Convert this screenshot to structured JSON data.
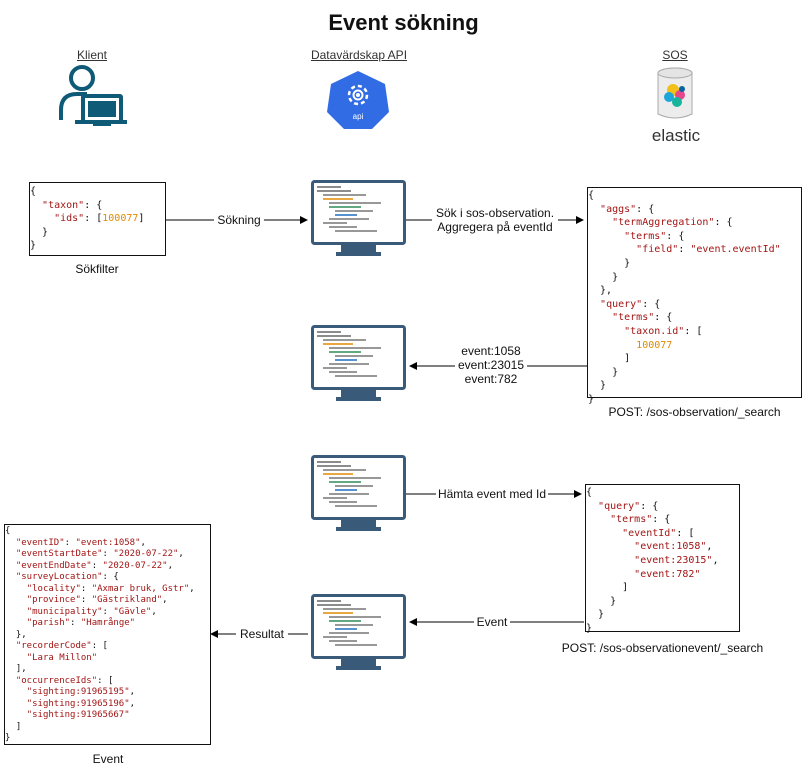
{
  "title": "Event sökning",
  "lanes": {
    "client": "Klient",
    "api": "Datavärdskap API",
    "sos": "SOS",
    "elastic": "elastic",
    "api_badge": "api"
  },
  "boxes": {
    "sokfilter": {
      "caption": "Sökfilter",
      "lines": [
        "{",
        "  \"taxon\": {",
        "    \"ids\": [100077]",
        "  }",
        "}"
      ]
    },
    "aggs_query": {
      "caption": "POST: /sos-observation/_search",
      "lines": [
        "{",
        "  \"aggs\": {",
        "    \"termAggregation\": {",
        "      \"terms\": {",
        "        \"field\": \"event.eventId\"",
        "      }",
        "    }",
        "  },",
        "  \"query\": {",
        "    \"terms\": {",
        "      \"taxon.id\": [",
        "        100077",
        "      ]",
        "    }",
        "  }",
        "}"
      ]
    },
    "event_query": {
      "caption": "POST: /sos-observationevent/_search",
      "lines": [
        "{",
        "  \"query\": {",
        "    \"terms\": {",
        "      \"eventId\": [",
        "        \"event:1058\",",
        "        \"event:23015\",",
        "        \"event:782\"",
        "      ]",
        "    }",
        "  }",
        "}"
      ]
    },
    "event_result": {
      "caption": "Event",
      "lines": [
        "{",
        "  \"eventID\": \"event:1058\",",
        "  \"eventStartDate\": \"2020-07-22\",",
        "  \"eventEndDate\": \"2020-07-22\",",
        "  \"surveyLocation\": {",
        "    \"locality\": \"Axmar bruk, Gstr\",",
        "    \"province\": \"Gästrikland\",",
        "    \"municipality\": \"Gävle\",",
        "    \"parish\": \"Hamrånge\"",
        "  },",
        "  \"recorderCode\": [",
        "    \"Lara Millon\"",
        "  ],",
        "  \"occurrenceIds\": [",
        "    \"sighting:91965195\",",
        "    \"sighting:91965196\",",
        "    \"sighting:91965667\"",
        "  ]",
        "}"
      ]
    }
  },
  "edges": {
    "sokning": "Sökning",
    "sok_line1": "Sök i sos-observation.",
    "sok_line2": "Aggregera på eventId",
    "events_line1": "event:1058",
    "events_line2": "event:23015",
    "events_line3": "event:782",
    "hamta": "Hämta event med Id",
    "event": "Event",
    "resultat": "Resultat"
  },
  "colors": {
    "monitor": "#3a5a7a",
    "api_blue": "#326ce5",
    "client_teal": "#0e5a77",
    "json_key": "#a31515",
    "json_number": "#e08a00"
  },
  "icons": {
    "client": "user-computer-icon",
    "api": "api-gear-icon",
    "sos": "elastic-database-icon",
    "monitor": "code-monitor-icon"
  }
}
